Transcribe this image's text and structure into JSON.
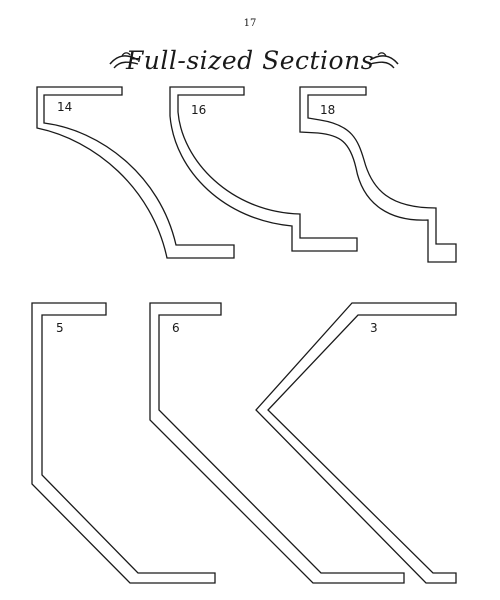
{
  "page_number": "17",
  "title": "Full-sized Sections",
  "sections": [
    {
      "label": "14"
    },
    {
      "label": "16"
    },
    {
      "label": "18"
    },
    {
      "label": "5"
    },
    {
      "label": "6"
    },
    {
      "label": "3"
    }
  ]
}
